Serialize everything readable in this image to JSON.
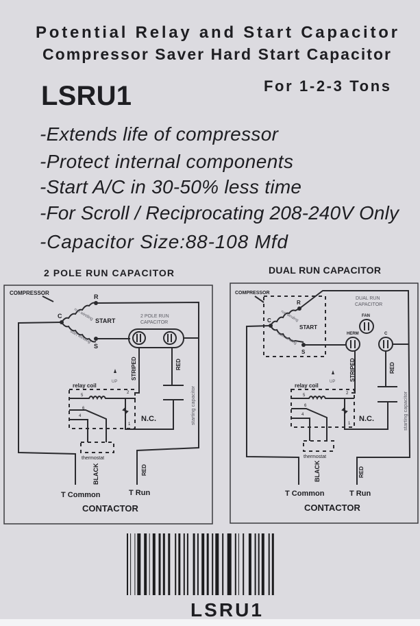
{
  "header": {
    "title_line1": "Potential Relay and Start Capacitor",
    "title_line2": "Compressor Saver Hard Start Capacitor",
    "model": "LSRU1",
    "tonnage": "For 1-2-3 Tons"
  },
  "features": [
    "-Extends life of compressor",
    "-Protect internal components",
    "-Start A/C in 30-50% less time",
    "-For Scroll / Reciprocating 208-240V Only",
    "-Capacitor Size:88-108 Mfd"
  ],
  "diagram_left": {
    "heading": "2 POLE RUN CAPACITOR",
    "compressor": "COMPRESSOR",
    "r": "R",
    "c": "C",
    "s": "S",
    "run_winding": "run winding",
    "start_winding": "start winding",
    "start": "START",
    "cap_label_1": "2 POLE RUN",
    "cap_label_2": "CAPACITOR",
    "striped": "STRIPED",
    "red_top": "RED",
    "up": "UP",
    "relay_coil": "relay coil",
    "pin5": "5",
    "pin2": "2",
    "pin6": "6",
    "pin4": "4",
    "pin1": "1",
    "nc": "N.C.",
    "starting_capacitor": "starting capacitor",
    "thermostat": "thermostat",
    "black": "BLACK",
    "red_bottom": "RED",
    "t_common": "T Common",
    "t_run": "T Run",
    "contactor": "CONTACTOR"
  },
  "diagram_right": {
    "heading": "DUAL RUN CAPACITOR",
    "compressor": "COMPRESSOR",
    "r": "R",
    "c": "C",
    "s": "S",
    "run_winding": "run winding",
    "start_winding": "start winding",
    "start": "START",
    "cap_label_1": "DUAL RUN",
    "cap_label_2": "CAPACITOR",
    "fan": "FAN",
    "herm": "HERM",
    "cap_c": "C",
    "striped": "STRIPED",
    "red_top": "RED",
    "up": "UP",
    "relay_coil": "relay coil",
    "pin5": "5",
    "pin2": "2",
    "pin6": "6",
    "pin4": "4",
    "pin1": "1",
    "nc": "N.C.",
    "starting_capacitor": "starting capacitor",
    "thermostat": "thermostat",
    "black": "BLACK",
    "red_bottom": "RED",
    "t_common": "T Common",
    "t_run": "T Run",
    "contactor": "CONTACTOR"
  },
  "barcode": {
    "text": "LSRU1"
  },
  "colors": {
    "paper": "#dcdbe0",
    "ink": "#1e1e22"
  }
}
